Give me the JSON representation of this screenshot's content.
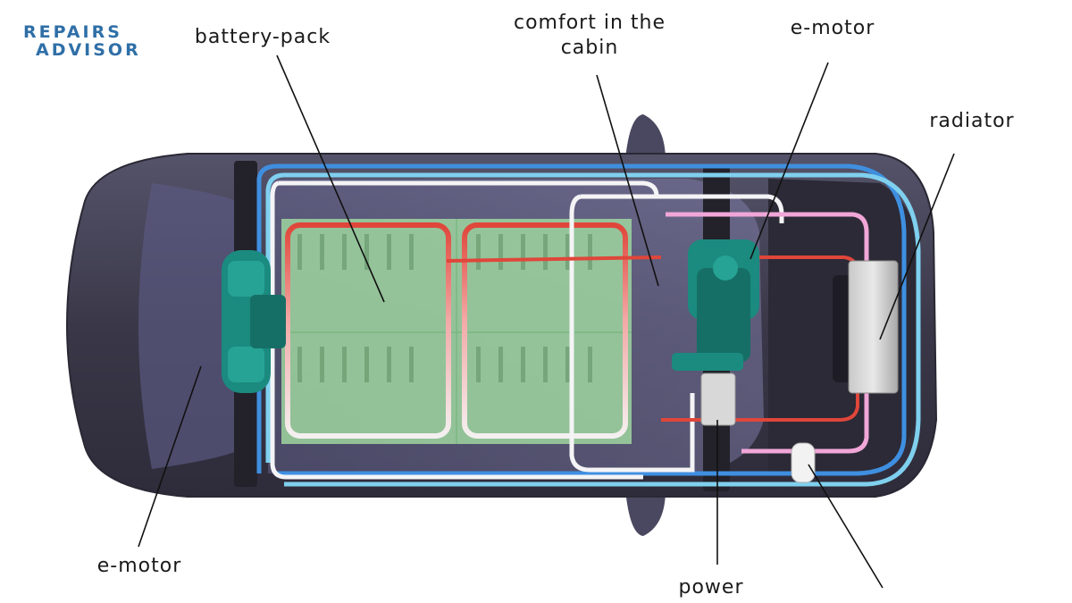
{
  "logo": {
    "line1": "REPAIRS",
    "line2": "ADVISOR"
  },
  "labels": {
    "battery_pack": "battery-pack",
    "comfort_cabin": "comfort in the\ncabin",
    "e_motor_front": "e-motor",
    "radiator": "radiator",
    "e_motor_rear": "e-motor",
    "power": "power"
  },
  "colors": {
    "body": "#3c3a4a",
    "cooling_blue": "#3f8fe0",
    "cooling_cyan": "#7fd0ee",
    "cooling_pink": "#f1a6d8",
    "cooling_red": "#e0463a",
    "battery_green": "#9fd6a0",
    "motor_teal": "#1b8a7f"
  }
}
